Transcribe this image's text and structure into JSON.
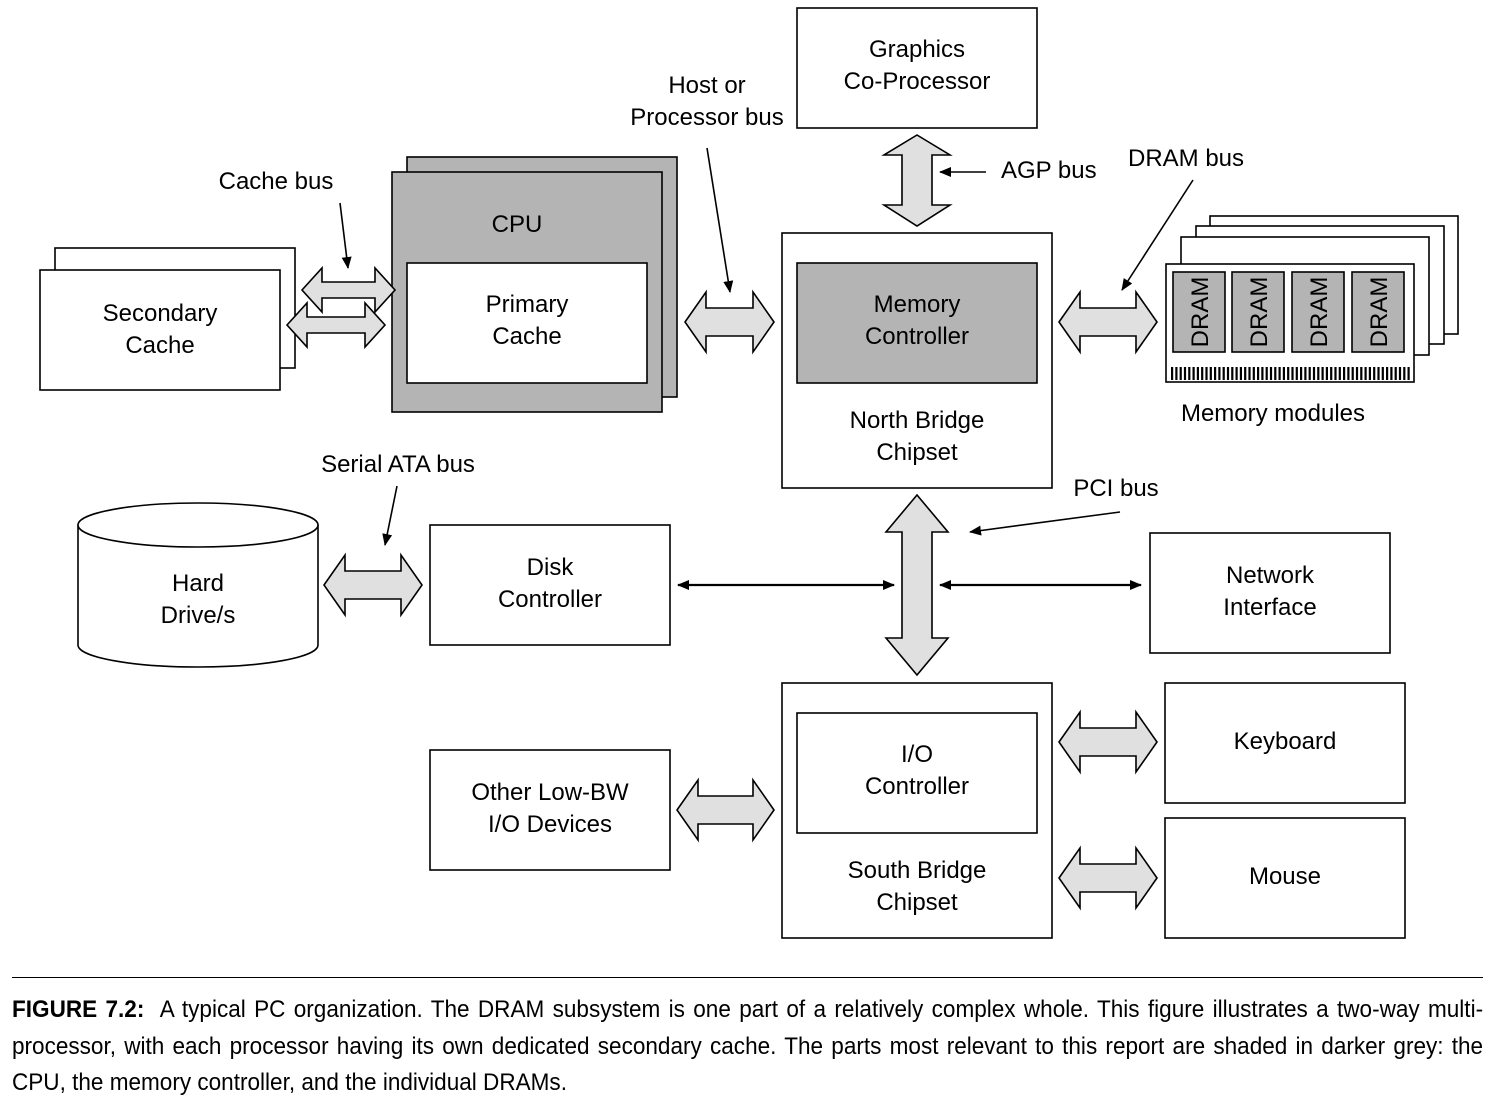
{
  "graphics": [
    "Graphics",
    "Co-Processor"
  ],
  "host_bus": [
    "Host or",
    "Processor bus"
  ],
  "agp_bus": "AGP bus",
  "dram_bus": "DRAM bus",
  "cache_bus": "Cache bus",
  "cpu": "CPU",
  "primary_cache": [
    "Primary",
    "Cache"
  ],
  "secondary_cache": [
    "Secondary",
    "Cache"
  ],
  "memory_controller": [
    "Memory",
    "Controller"
  ],
  "north_bridge": [
    "North Bridge",
    "Chipset"
  ],
  "dram_chip": "DRAM",
  "memory_modules": "Memory modules",
  "serial_ata_bus": "Serial ATA bus",
  "pci_bus": "PCI bus",
  "hard_drive": [
    "Hard",
    "Drive/s"
  ],
  "disk_controller": [
    "Disk",
    "Controller"
  ],
  "network_interface": [
    "Network",
    "Interface"
  ],
  "io_controller": [
    "I/O",
    "Controller"
  ],
  "south_bridge": [
    "South Bridge",
    "Chipset"
  ],
  "other_devices": [
    "Other Low-BW",
    "I/O Devices"
  ],
  "keyboard": "Keyboard",
  "mouse": "Mouse",
  "caption": {
    "label": "FIGURE 7.2:",
    "text": "A typical PC organization. The DRAM subsystem is one part of a relatively complex whole. This figure illustrates a two-way multi-processor, with each processor having its own dedicated secondary cache. The parts most relevant to this report are shaded in darker grey: the CPU, the memory controller, and the individual DRAMs."
  },
  "colors": {
    "dark_shade": "#b4b4b4",
    "arrow_fill": "#e0e0e0"
  }
}
